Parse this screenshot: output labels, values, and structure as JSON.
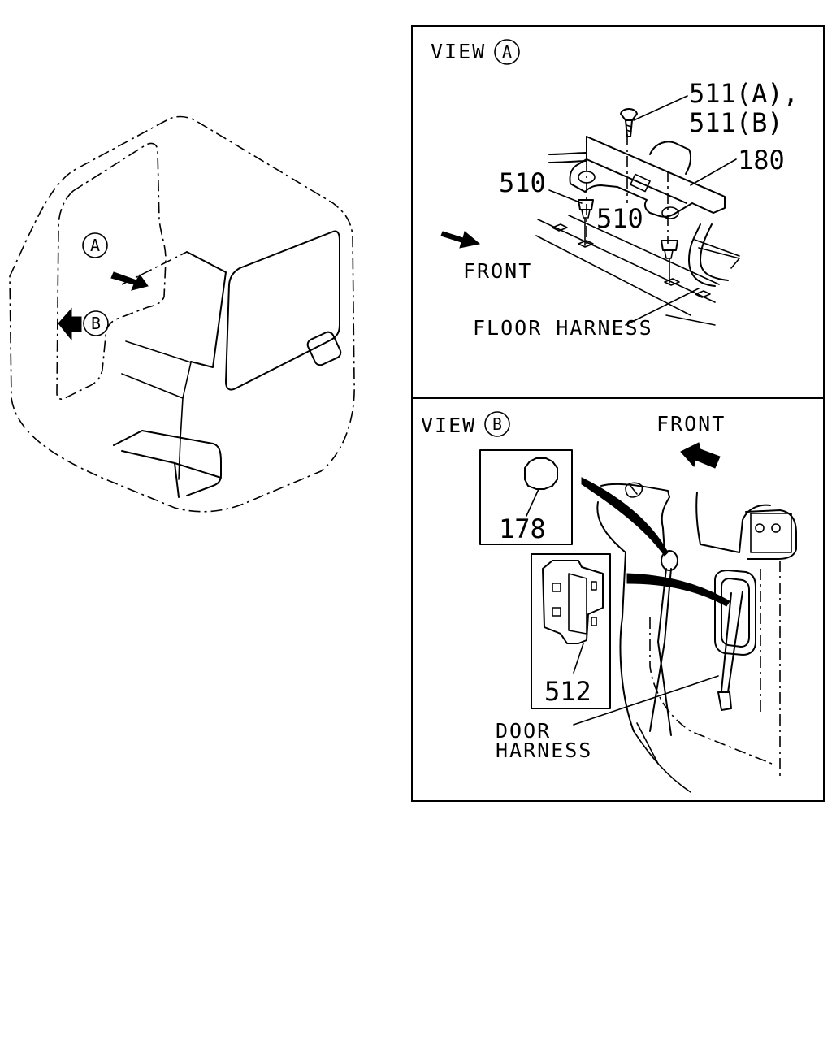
{
  "cab": {
    "view_a_marker": "A",
    "view_b_marker": "B"
  },
  "view_a": {
    "prefix": "VIEW",
    "marker": "A",
    "label_511": "511(A),",
    "label_511b": "511(B)",
    "label_180": "180",
    "label_510_left": "510",
    "label_510_right": "510",
    "front": "FRONT",
    "floor_harness": "FLOOR HARNESS"
  },
  "view_b": {
    "prefix": "VIEW",
    "marker": "B",
    "front": "FRONT",
    "label_178": "178",
    "label_512": "512",
    "door_harness_line1": "DOOR",
    "door_harness_line2": "HARNESS"
  },
  "icons": {
    "arrow": "arrow-icon",
    "circle_marker": "circle-marker-icon"
  }
}
